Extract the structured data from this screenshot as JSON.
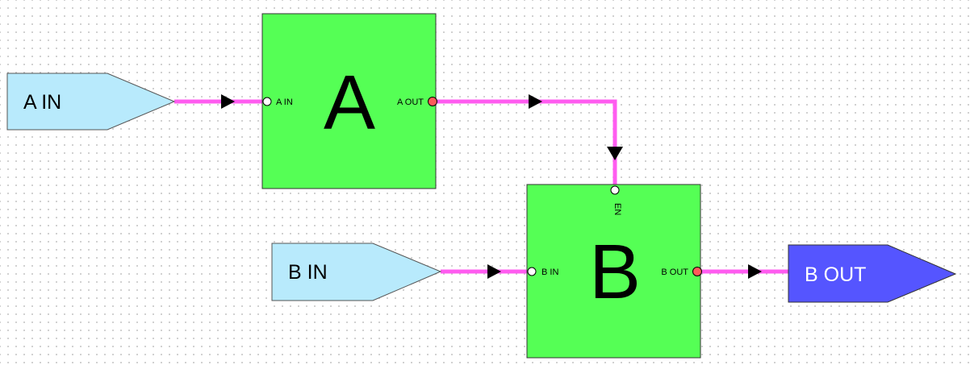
{
  "colors": {
    "wire": "#ff5cf0",
    "block_fill": "#55ff55",
    "input_fill": "#b8eafc",
    "output_fill": "#5555ff",
    "connected_port": "#ff5a5a"
  },
  "inputs": {
    "a_in": {
      "label": "A IN"
    },
    "b_in": {
      "label": "B IN"
    }
  },
  "outputs": {
    "b_out": {
      "label": "B OUT"
    }
  },
  "blocks": {
    "a": {
      "title": "A",
      "in_port": "A IN",
      "out_port": "A OUT"
    },
    "b": {
      "title": "B",
      "in_port": "B IN",
      "out_port": "B OUT",
      "enable_port": "EN"
    }
  }
}
